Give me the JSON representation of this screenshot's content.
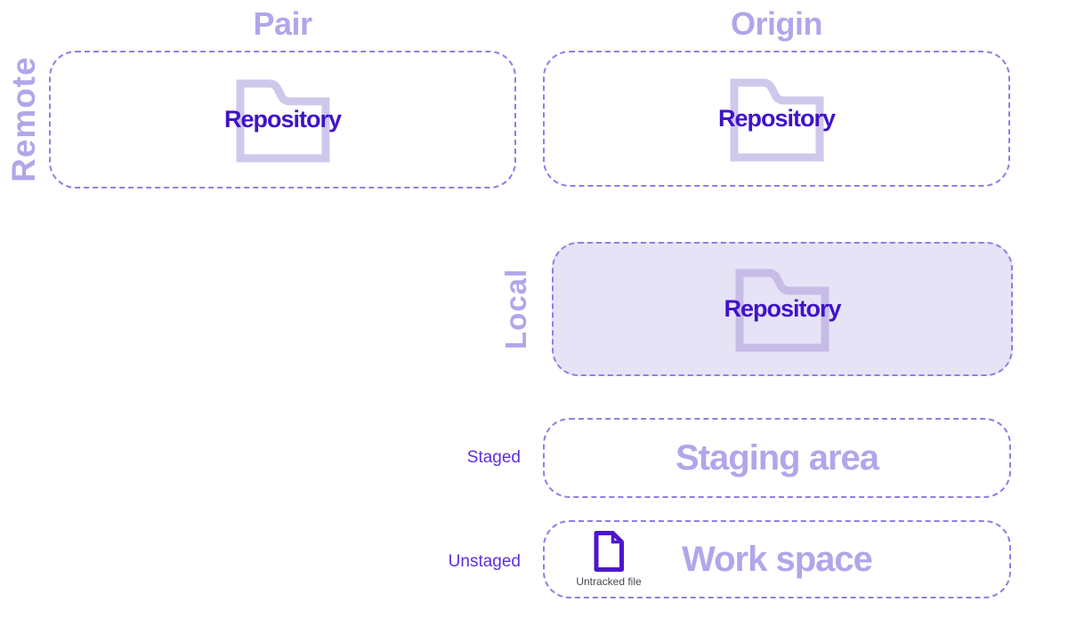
{
  "diagram": {
    "remote": {
      "section_label": "Remote",
      "pair_title": "Pair",
      "pair_repository_label": "Repository",
      "origin_title": "Origin",
      "origin_repository_label": "Repository"
    },
    "local": {
      "section_label": "Local",
      "repository_label": "Repository",
      "staged_row_label": "Staged",
      "staging_area_title": "Staging area",
      "unstaged_row_label": "Unstaged",
      "workspace_title": "Work space",
      "untracked_file_caption": "Untracked file"
    },
    "icons": {
      "folder": "folder-icon",
      "untracked_file": "untracked-file-icon"
    },
    "colors": {
      "light_purple_text": "#b3a5e9",
      "dark_violet_text": "#4013c8",
      "medium_violet_text": "#5e2fd9",
      "dashed_border": "#8d7fe6",
      "local_box_fill": "#e7e3f6",
      "folder_outline": "#cfc8ec",
      "file_outline": "#4c17c9",
      "caption_gray": "#494652",
      "background": "#ffffff"
    }
  }
}
